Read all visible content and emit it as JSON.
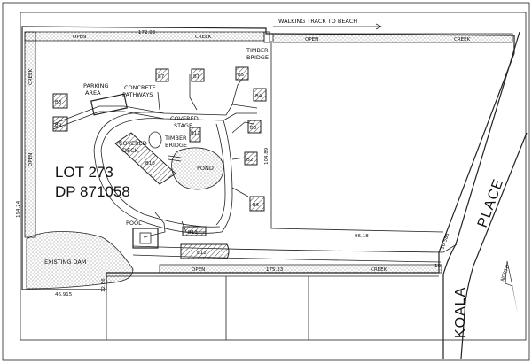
{
  "lot": {
    "line1": "LOT 273",
    "line2": "DP 871058"
  },
  "road": {
    "word1": "PLACE",
    "word2": "KOALA"
  },
  "labels": {
    "walking_track": "WALKING TRACK TO BEACH",
    "parking": "PARKING",
    "parking2": "AREA",
    "concrete": "CONCRETE",
    "concrete2": "PATHWAYS",
    "covered_stage": "COVERED",
    "covered_stage2": "STAGE",
    "covered_deck": "COVERED",
    "covered_deck2": "DECK",
    "timber_bridge_top": "TIMBER",
    "timber_bridge_top2": "BRIDGE",
    "timber_bridge_mid": "TIMBER",
    "timber_bridge_mid2": "BRIDGE",
    "pond": "POND",
    "pool": "POOL",
    "existing_dam": "EXISTING DAM",
    "open_top_left": "OPEN",
    "creek_top_left": "CREEK",
    "open_top_right": "OPEN",
    "creek_top_right": "CREEK",
    "open_bottom": "OPEN",
    "creek_bottom": "CREEK",
    "open_left": "OPEN",
    "creek_left": "CREEK",
    "north": "NORTH"
  },
  "dimensions": {
    "top": "172.93",
    "right_inner": "104.89",
    "inner_bottom": "96.18",
    "left": "194.24",
    "bottom": "175.33",
    "bottom_left": "46.915",
    "left_small": "12.86",
    "corner_a": "16.585",
    "corner_b": "10"
  },
  "buildings": {
    "b1": "B1",
    "b2": "B2",
    "b3": "B3",
    "b4": "B4",
    "b5": "B5",
    "b6": "B6",
    "b7": "B7",
    "b8": "B8",
    "b9": "B9",
    "b10": "B10",
    "b11": "B11",
    "b12": "B12",
    "b13": "B13"
  }
}
